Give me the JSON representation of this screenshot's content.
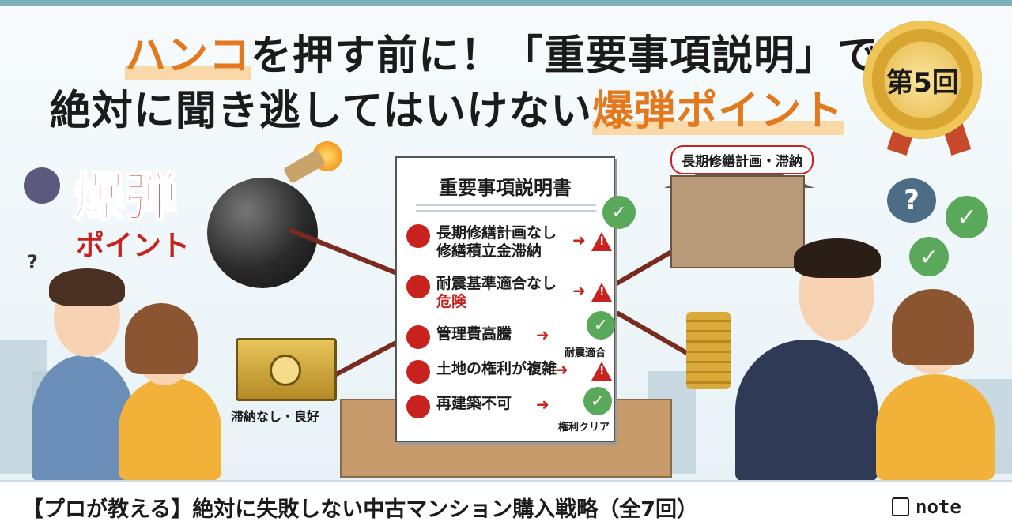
{
  "title": {
    "line1_highlight": "ハンコ",
    "line1_rest": "を押す前に！「重要事項説明」で",
    "line2_rest": "絶対に聞き逃してはいけない",
    "line2_highlight": "爆弾ポイント"
  },
  "medal": {
    "label": "第5回"
  },
  "bomb_label": {
    "main": "爆弾",
    "sub": "ポイント"
  },
  "document": {
    "title": "重要事項説明書",
    "items": [
      {
        "line1": "長期修繕計画なし",
        "line2": "修繕積立金滞納",
        "mark": "warning"
      },
      {
        "line1": "耐震基準適合なし",
        "line2": "危険",
        "mark": "warning"
      },
      {
        "line1": "管理費高騰",
        "line2": "",
        "mark": "check",
        "note": "耐震適合"
      },
      {
        "line1": "土地の権利が複雑",
        "line2": "",
        "mark": "warning"
      },
      {
        "line1": "再建築不可",
        "line2": "",
        "mark": "check",
        "note": "権利クリア"
      }
    ]
  },
  "safe_label": "滞納なし・良好",
  "house_callout": "長期修繕計画・滞納",
  "question_mark": "?",
  "footer": {
    "text": "【プロが教える】絶対に失敗しない中古マンション購入戦略（全7回）",
    "brand": "note"
  },
  "colors": {
    "accent": "#e3781c",
    "danger": "#c8221f",
    "ok": "#5aa85a",
    "topbar": "#7fb0b8"
  }
}
